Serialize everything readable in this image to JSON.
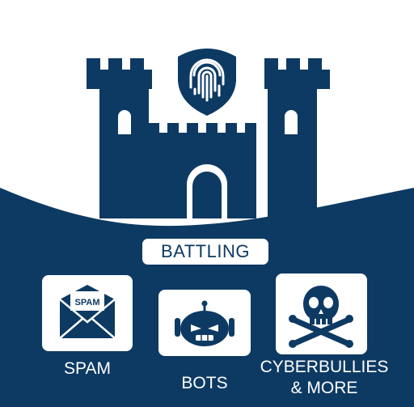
{
  "colors": {
    "primary": "#0d3a63",
    "background": "#ffffff",
    "text_on_primary": "#ffffff"
  },
  "banner": {
    "label": "BATTLING"
  },
  "threats": [
    {
      "caption": "SPAM",
      "icon": "spam-envelope-icon",
      "envelope_text": "SPAM"
    },
    {
      "caption": "BOTS",
      "icon": "bot-icon"
    },
    {
      "caption_line1": "CYBERBULLIES",
      "caption_line2": "& MORE",
      "icon": "skull-crossbones-icon"
    }
  ]
}
